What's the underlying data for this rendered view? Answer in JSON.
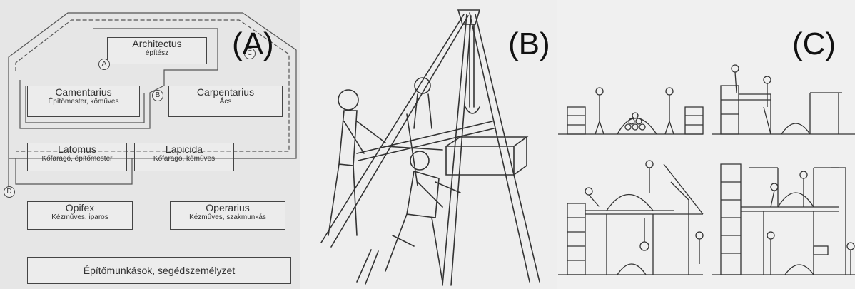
{
  "panel_labels": {
    "a": "(A)",
    "b": "(B)",
    "c": "(C)"
  },
  "hierarchy": {
    "architectus": {
      "title": "Architectus",
      "subtitle": "építész"
    },
    "camentarius": {
      "title": "Camentarius",
      "subtitle": "Építőmester, kőműves"
    },
    "carpentarius": {
      "title": "Carpentarius",
      "subtitle": "Ács"
    },
    "latomus": {
      "title": "Latomus",
      "subtitle": "Kőfaragó, építőmester"
    },
    "lapicida": {
      "title": "Lapicida",
      "subtitle": "Kőfaragó, kőműves"
    },
    "opifex": {
      "title": "Opifex",
      "subtitle": "Kézműves, iparos"
    },
    "operarius": {
      "title": "Operarius",
      "subtitle": "Kézműves, szakmunkás"
    },
    "epitomunkasok": {
      "title": "Építőmunkások, segédszemélyzet"
    }
  },
  "markers": {
    "a": "A",
    "b": "B",
    "c": "C",
    "d": "D"
  }
}
